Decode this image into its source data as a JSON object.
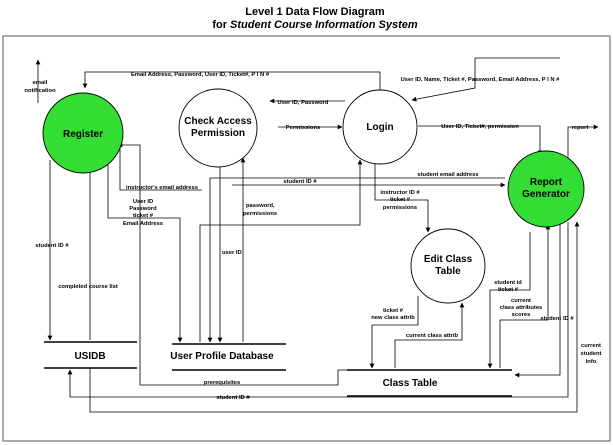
{
  "title": "Level 1 Data Flow Diagram",
  "subtitle_prefix": "for ",
  "subtitle_emphasis": "Student Course Information System",
  "processes": {
    "register": {
      "line1": "Register",
      "color": "#33dd33"
    },
    "check_access": {
      "line1": "Check Access",
      "line2": "Permission"
    },
    "login": {
      "line1": "Login"
    },
    "report_generator": {
      "line1": "Report",
      "line2": "Generator",
      "color": "#33dd33"
    },
    "edit_class_table": {
      "line1": "Edit Class",
      "line2": "Table"
    }
  },
  "stores": {
    "usidb": "USIDB",
    "user_profile_db": "User Profile Database",
    "class_table": "Class Table"
  },
  "flows": {
    "email_notification_1": "email",
    "email_notification_2": "notification",
    "email_addr_pwd_top": "Email Address, Password, User ID, Ticket#, P I N #",
    "user_info_top": "User ID, Name, Ticket #, Password, Email Address, P I N #",
    "user_id_password": "User ID, Password",
    "permissions": "Permissions",
    "user_id_ticket_permission": "User ID, Ticket#,  permission",
    "report": "report",
    "student_email_address": "student email address",
    "student_id_1": "student ID #",
    "instructors_email": "instructor's email address",
    "reg_user_id": "User ID",
    "reg_password": "Password",
    "reg_ticket": "ticket #",
    "reg_email": "Email Address",
    "password_perm_1": "password,",
    "password_perm_2": "permissions",
    "instructor_id": "instructor ID #",
    "instr_ticket": "ticket #",
    "instr_permissions": "permissions",
    "user_id_down": "user ID",
    "student_id_left": "student ID #",
    "completed_course_list": "completed course list",
    "ticket_new_class_1": "ticket #",
    "ticket_new_class_2": "new class attrib",
    "current_class_attrib": "current class attrib",
    "student_id_ticket_1": "student id",
    "student_id_ticket_2": "ticket #",
    "current_attr_scores_1": "current",
    "current_attr_scores_2": "class attributes",
    "current_attr_scores_3": "scores",
    "student_id_right": "student ID #",
    "current_student_info_1": "current",
    "current_student_info_2": "student",
    "current_student_info_3": "info",
    "prerequisites": "prerequisites",
    "student_id_bottom": "student ID #"
  }
}
